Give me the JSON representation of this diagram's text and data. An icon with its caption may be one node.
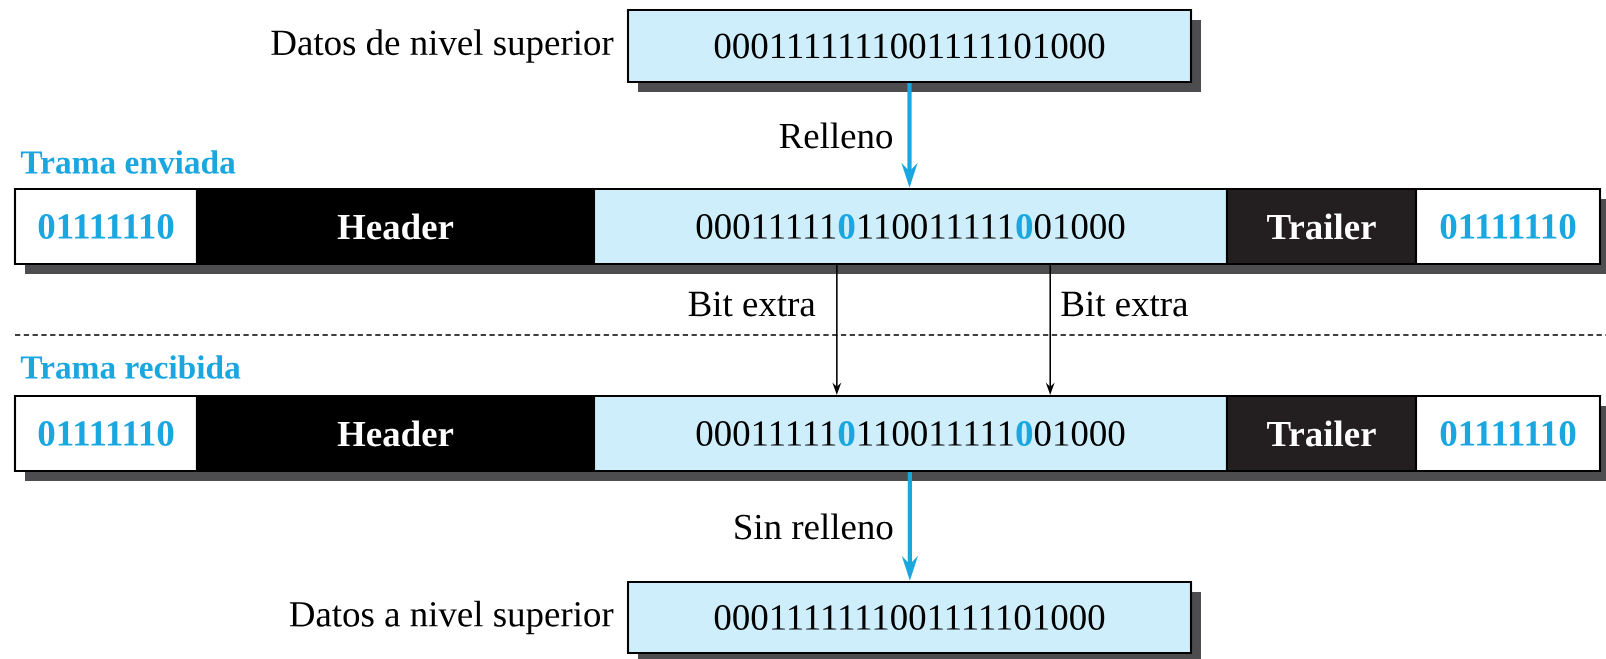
{
  "diagram": {
    "nodes": [
      {
        "text": [
          "0001111111001111101000"
        ],
        "beside": [
          "Datos de nivel superior"
        ]
      },
      {
        "text": [
          "01111110"
        ]
      },
      {
        "text": [
          "Header"
        ]
      },
      {
        "text": [
          "00011111**0**110011111**0**01000"
        ]
      },
      {
        "text": [
          "Trailer"
        ]
      },
      {
        "text": [
          "01111110"
        ]
      },
      {
        "text": [
          "01111110"
        ]
      },
      {
        "text": [
          "Header"
        ]
      },
      {
        "text": [
          "00011111**0**110011111**0**01000"
        ]
      },
      {
        "text": [
          "Trailer"
        ]
      },
      {
        "text": [
          "01111110"
        ]
      },
      {
        "text": [
          "0001111111001111101000"
        ],
        "beside": [
          "Datos a nivel superior"
        ]
      }
    ],
    "edges": [
      {
        "from": 0,
        "to": 3,
        "arrow": "to",
        "label": "Relleno",
        "style": "thick",
        "color": "#1aa7e0"
      },
      {
        "from": 3,
        "to": 8,
        "arrow": "to",
        "label": "Bit extra",
        "color": "#000000"
      },
      {
        "from": 3,
        "to": 8,
        "arrow": "to",
        "label": "Bit extra",
        "color": "#000000"
      },
      {
        "from": 8,
        "to": 11,
        "arrow": "to",
        "label": "Sin relleno",
        "style": "thick",
        "color": "#1aa7e0"
      }
    ],
    "labels": [
      "Trama enviada",
      "Trama recibida"
    ]
  }
}
